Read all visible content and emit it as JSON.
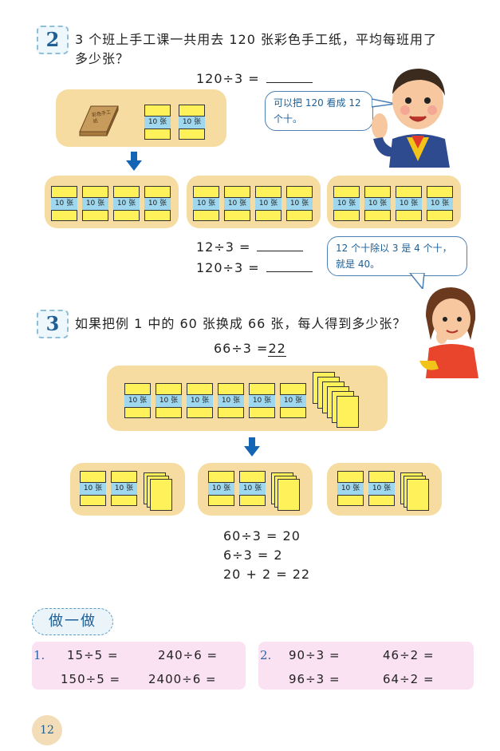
{
  "example2": {
    "badge": "2",
    "question_line1": "3 个班上手工课一共用去 120 张彩色手工纸，平均每班用了",
    "question_line2": "多少张？",
    "eq1": "120÷3 =",
    "eq2": "12÷3 =",
    "eq3": "120÷3 =",
    "bubble1": "可以把 120 看成 12 个十。",
    "bubble2": "12 个十除以 3 是 4 个十，就是 40。",
    "book_text": "彩色手工纸",
    "pack_label": "10 张"
  },
  "example3": {
    "badge": "3",
    "question": "如果把例 1 中的 60 张换成 66 张，每人得到多少张？",
    "eq_left": "66÷3 =",
    "eq_answer": "22",
    "steps": [
      "60÷3 = 20",
      "6÷3 = 2",
      "20 + 2 = 22"
    ]
  },
  "practice": {
    "title": "做一做",
    "box1": {
      "number": "1.",
      "items": [
        "15÷5 =",
        "240÷6 =",
        "150÷5 =",
        "2400÷6 ="
      ]
    },
    "box2": {
      "number": "2.",
      "items": [
        "90÷3 =",
        "46÷2 =",
        "96÷3 =",
        "64÷2 ="
      ]
    }
  },
  "page_number": "12",
  "colors": {
    "tray": "#f6dca0",
    "pack": "#fff159",
    "band": "#9fd7ef",
    "arrow": "#1565b5",
    "practice_box": "#fbe2f2",
    "accent": "#1d5f96"
  }
}
